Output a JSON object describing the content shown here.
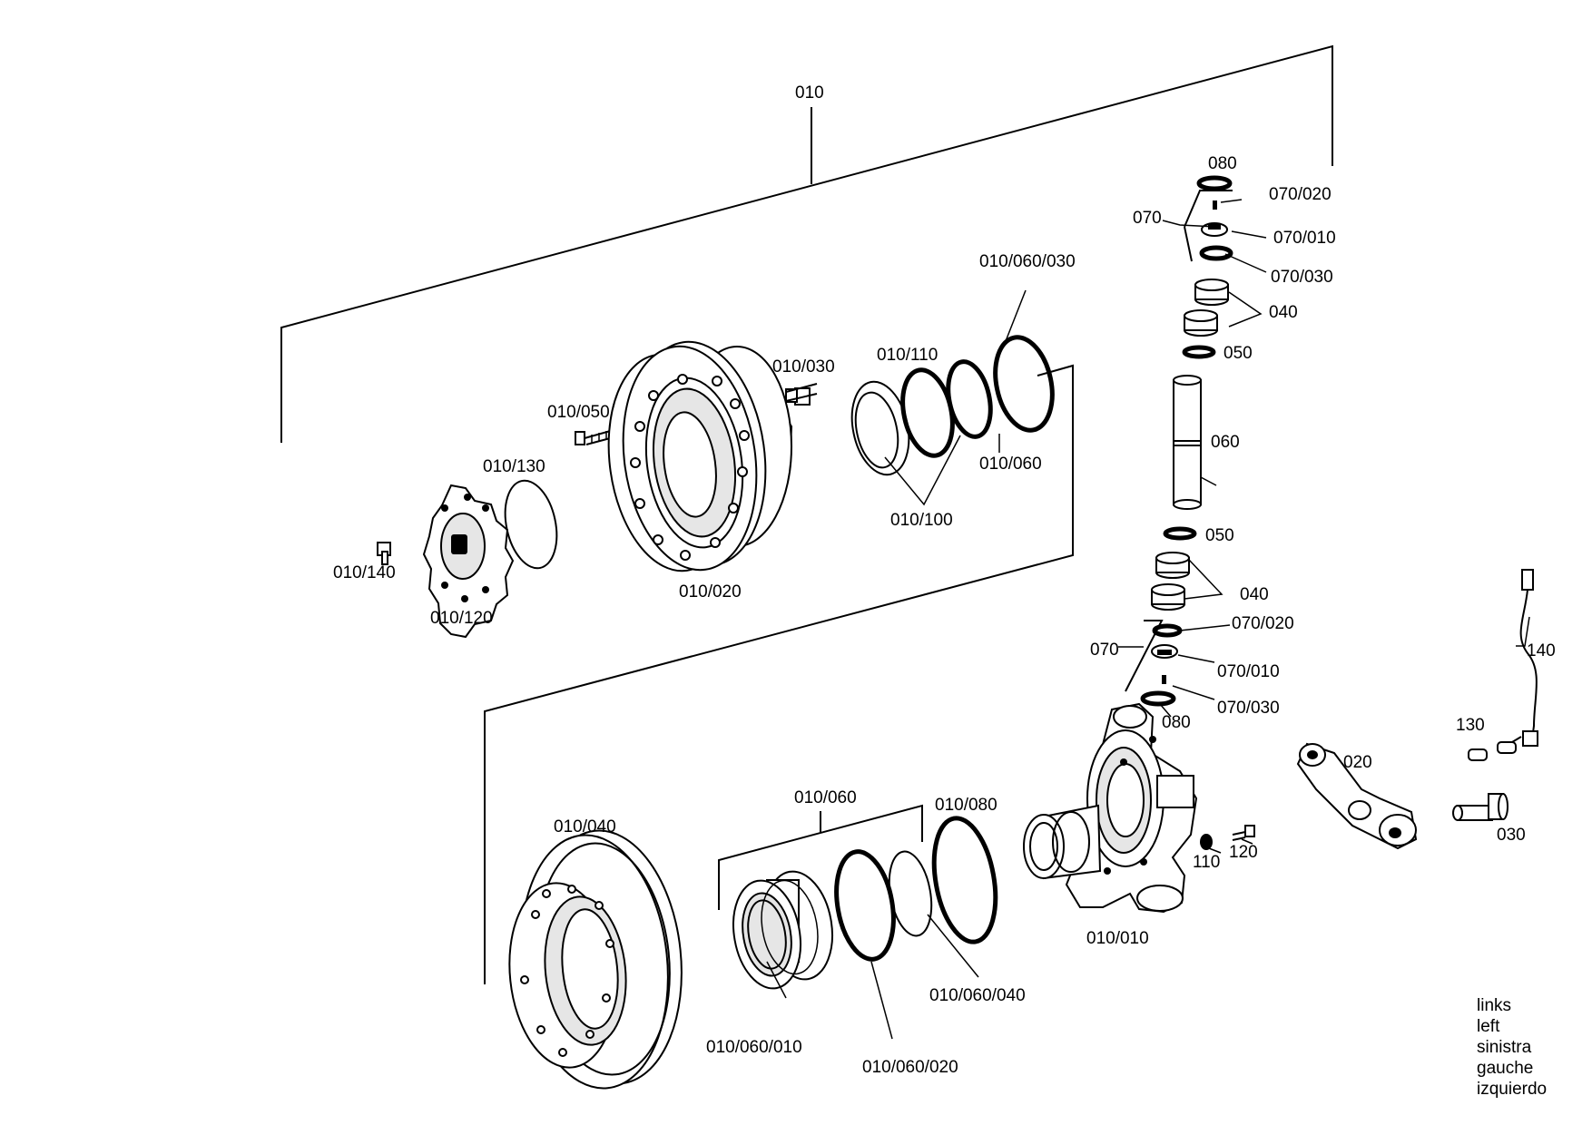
{
  "diagram": {
    "labels": {
      "l010": "010",
      "l080_top": "080",
      "l070_020_top": "070/020",
      "l070_top": "070",
      "l070_010_top": "070/010",
      "l070_030_top": "070/030",
      "l040_top": "040",
      "l050_top": "050",
      "l060": "060",
      "l050_bot": "050",
      "l040_bot": "040",
      "l070_020_bot": "070/020",
      "l070_bot": "070",
      "l070_010_bot": "070/010",
      "l070_030_bot": "070/030",
      "l080_bot": "080",
      "l140": "140",
      "l130": "130",
      "l020": "020",
      "l030": "030",
      "l110": "110",
      "l120": "120",
      "l010_010": "010/010",
      "l010_060_030": "010/060/030",
      "l010_110": "010/110",
      "l010_030": "010/030",
      "l010_050": "010/050",
      "l010_130": "010/130",
      "l010_140": "010/140",
      "l010_120": "010/120",
      "l010_020": "010/020",
      "l010_100": "010/100",
      "l010_060_right": "010/060",
      "l010_040": "010/040",
      "l010_060_lower": "010/060",
      "l010_080": "010/080",
      "l010_060_010": "010/060/010",
      "l010_060_020": "010/060/020",
      "l010_060_040": "010/060/040"
    },
    "side_labels": [
      "links",
      "left",
      "sinistra",
      "gauche",
      "izquierdo"
    ]
  }
}
